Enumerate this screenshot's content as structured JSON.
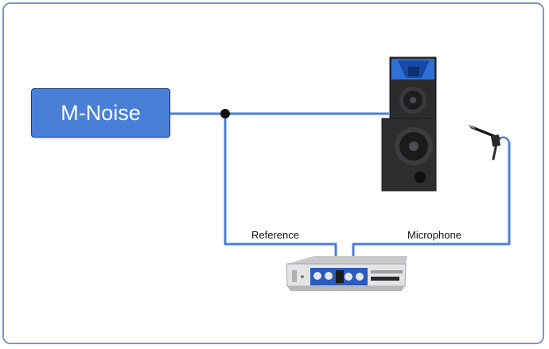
{
  "signal_source": {
    "label": "M-Noise"
  },
  "labels": {
    "reference": "Reference",
    "microphone": "Microphone"
  },
  "icons": {
    "loudspeaker": "loudspeaker-icon",
    "microphone": "measurement-microphone-icon",
    "analyzer": "audio-interface-rack-icon"
  },
  "colors": {
    "signal_box": "#4a7fd8",
    "wire": "#4a7fd8",
    "speaker_horn": "#2f6fd6",
    "frame": "#7f95c8"
  }
}
